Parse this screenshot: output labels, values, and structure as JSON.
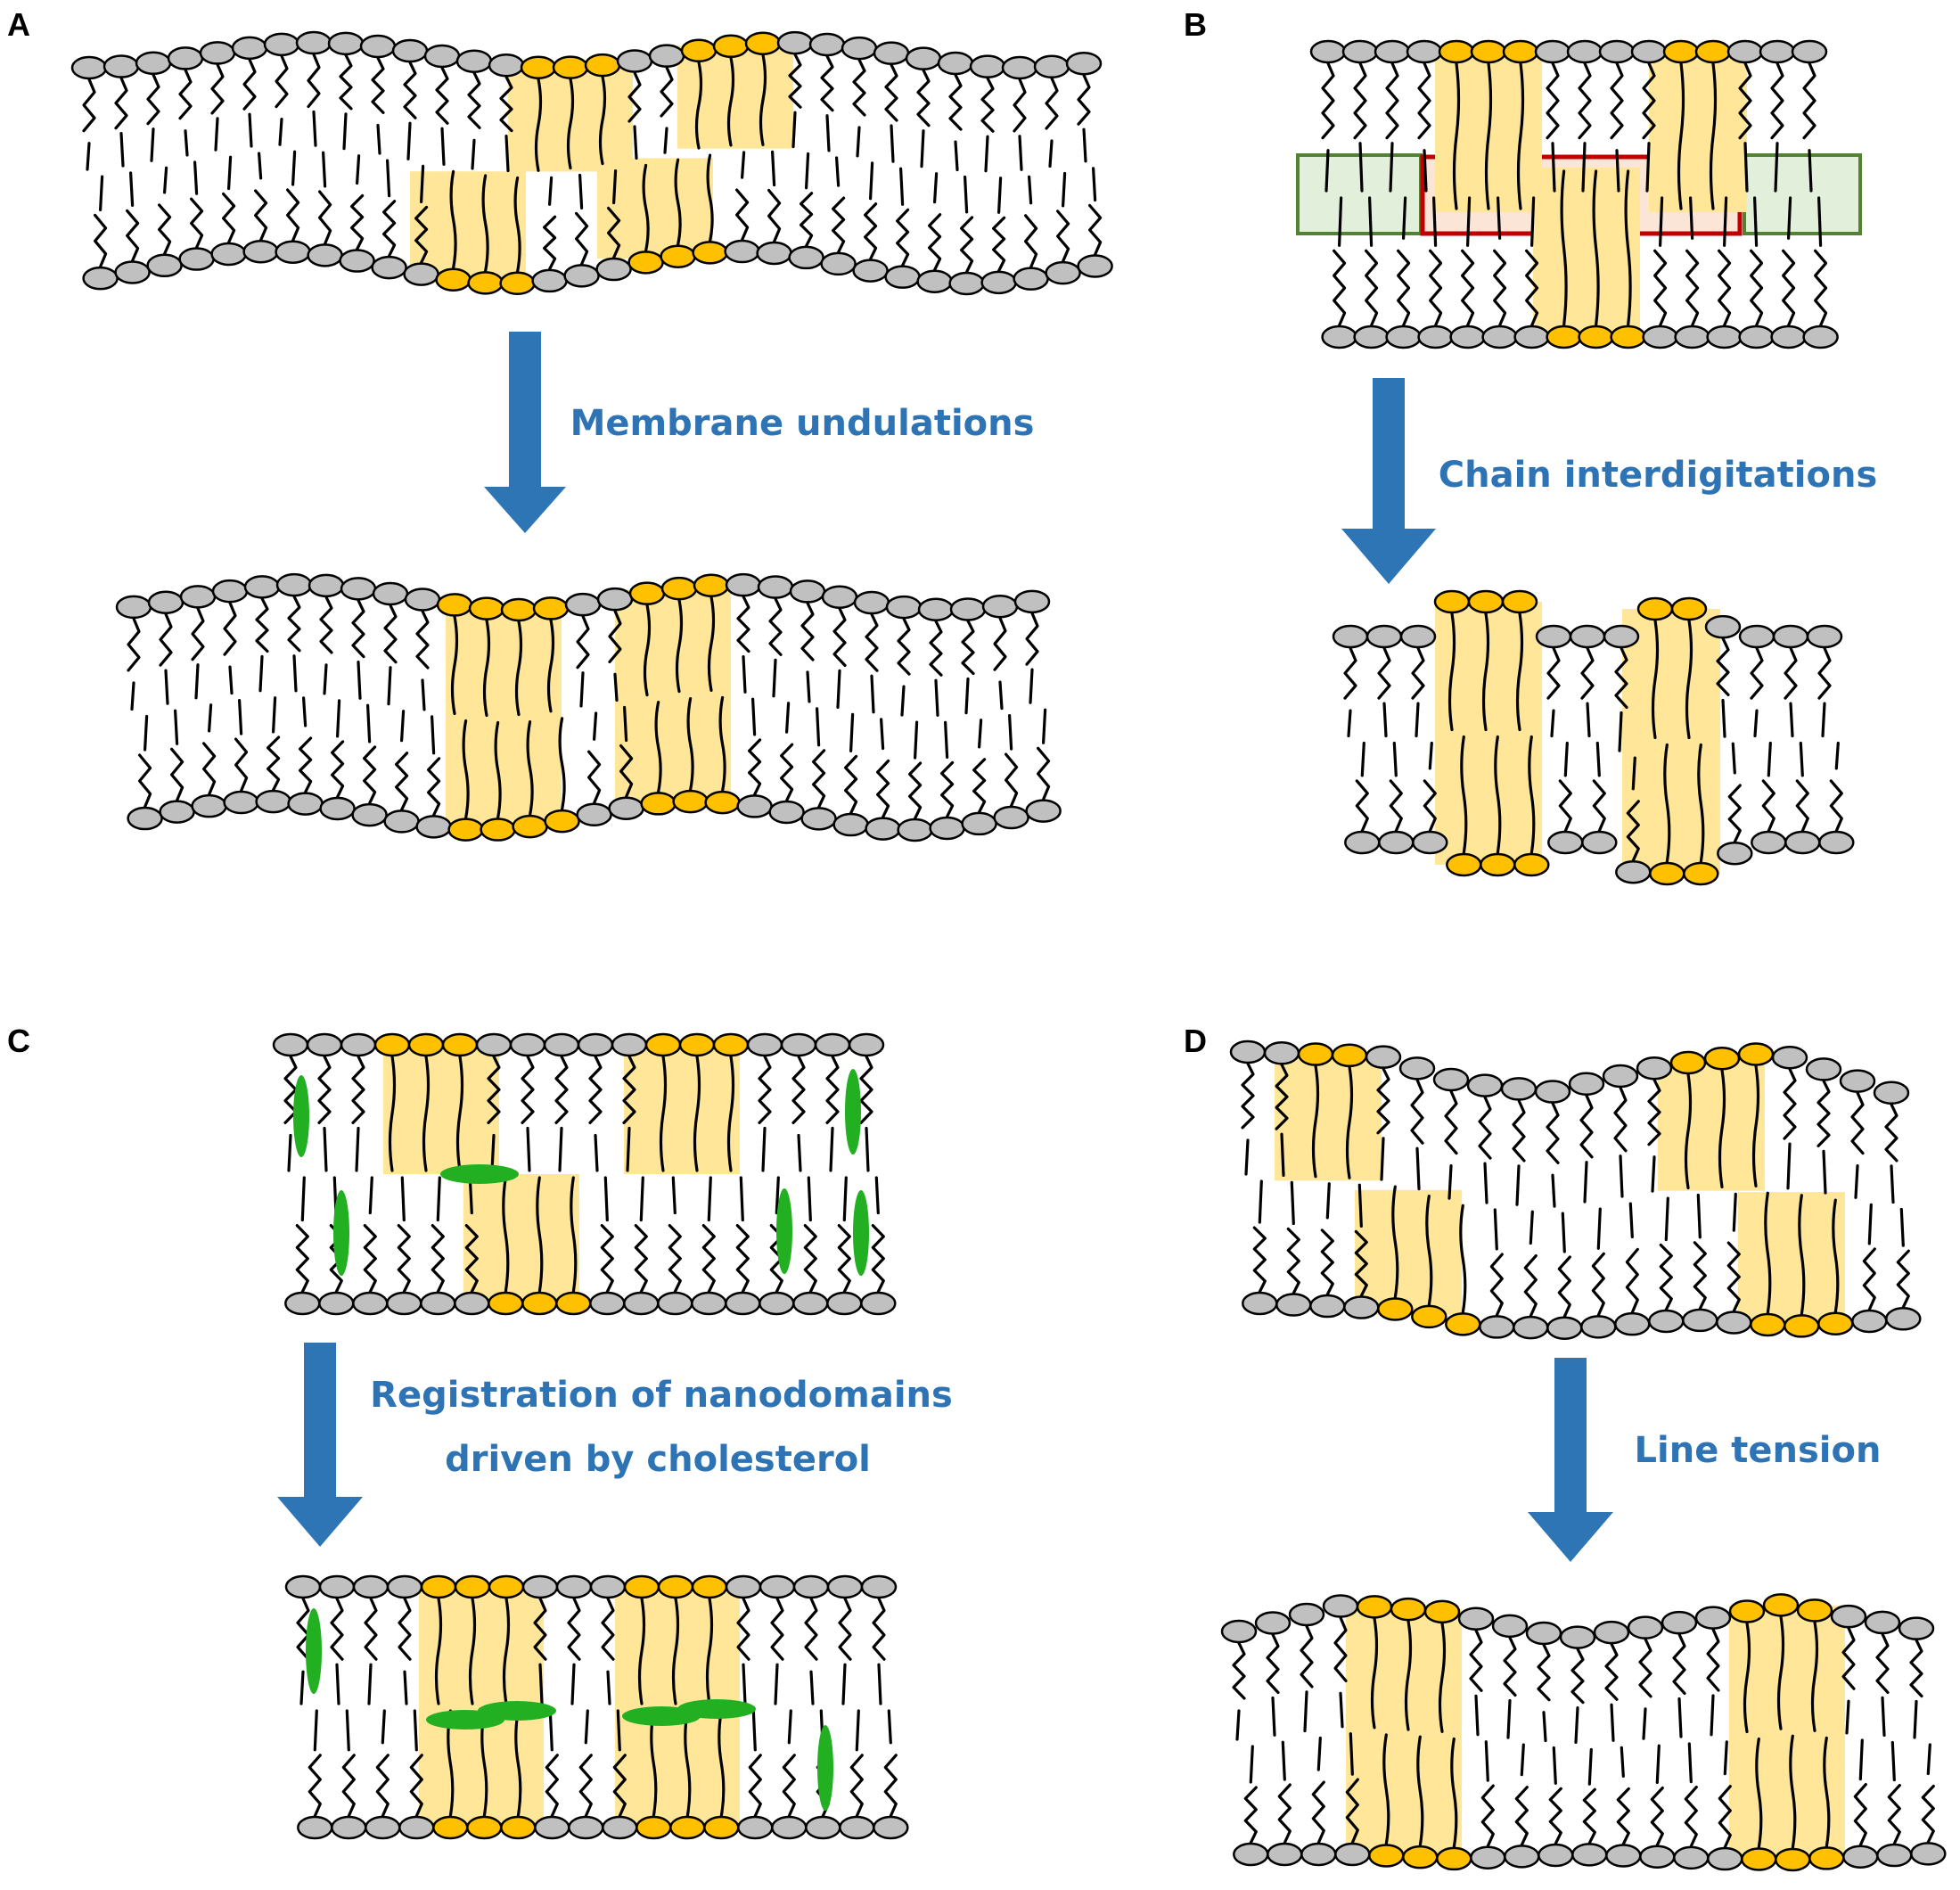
{
  "panels": [
    {
      "id": "A",
      "letter": "A",
      "caption": [
        "Membrane undulations"
      ]
    },
    {
      "id": "B",
      "letter": "B",
      "caption": [
        "Chain interdigitations"
      ]
    },
    {
      "id": "C",
      "letter": "C",
      "caption": [
        "Registration of nanodomains",
        "driven by cholesterol"
      ]
    },
    {
      "id": "D",
      "letter": "D",
      "caption": [
        "Line tension"
      ]
    }
  ],
  "colors": {
    "text_blue": "#2e74b5",
    "arrow_blue": "#2e75b6",
    "lipid_head_gray": "#c0c0c0",
    "lipid_head_orange": "#ffc000",
    "domain_fill": "#ffe699",
    "cholesterol_green": "#22b022",
    "box_green": "#e2efda",
    "box_green_border": "#548235",
    "box_red": "#fbe5d6",
    "box_red_border": "#c00000"
  }
}
